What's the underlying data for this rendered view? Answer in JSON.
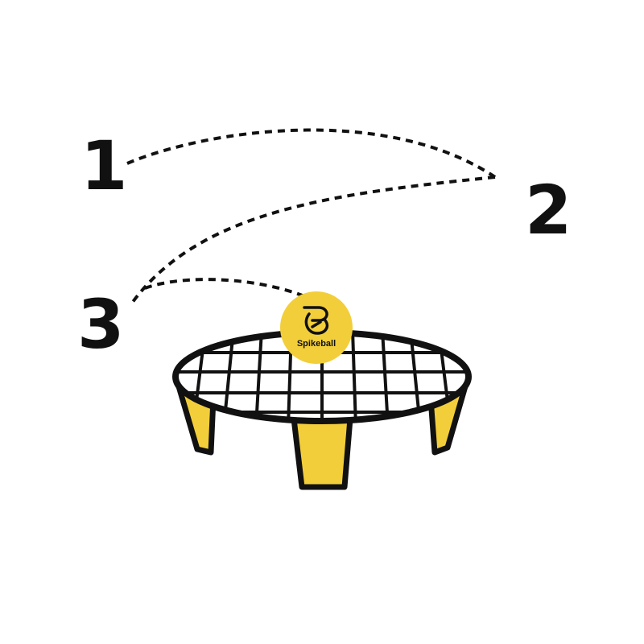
{
  "labels": {
    "first": "1",
    "second": "2",
    "third": "3"
  },
  "ball": {
    "brand": "Spikeball"
  },
  "colors": {
    "yellow": "#F2CE3A",
    "ink": "#111111",
    "background": "#FFFFFF"
  }
}
